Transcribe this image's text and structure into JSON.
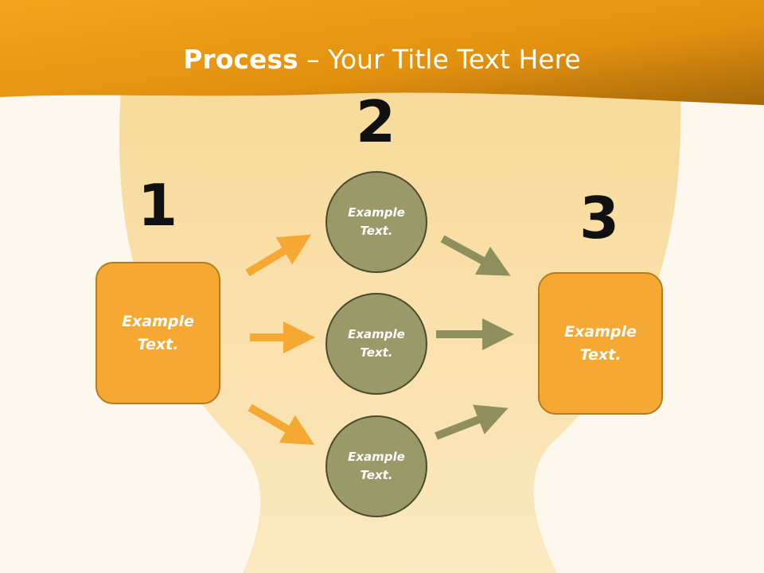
{
  "slide": {
    "title_bold": "Process",
    "title_rest": " – Your Title Text Here",
    "step_numbers": [
      "1",
      "2",
      "3"
    ],
    "left_box_text": "Example Text.",
    "right_box_text": "Example Text.",
    "circles": [
      {
        "text": "Example Text."
      },
      {
        "text": "Example Text."
      },
      {
        "text": "Example Text."
      }
    ]
  },
  "colors": {
    "header_orange": "#e89a1a",
    "box_orange": "#f5a933",
    "circle_olive": "#9a9a68",
    "arrow_orange": "#f5a933",
    "arrow_olive": "#8f8f5e"
  }
}
